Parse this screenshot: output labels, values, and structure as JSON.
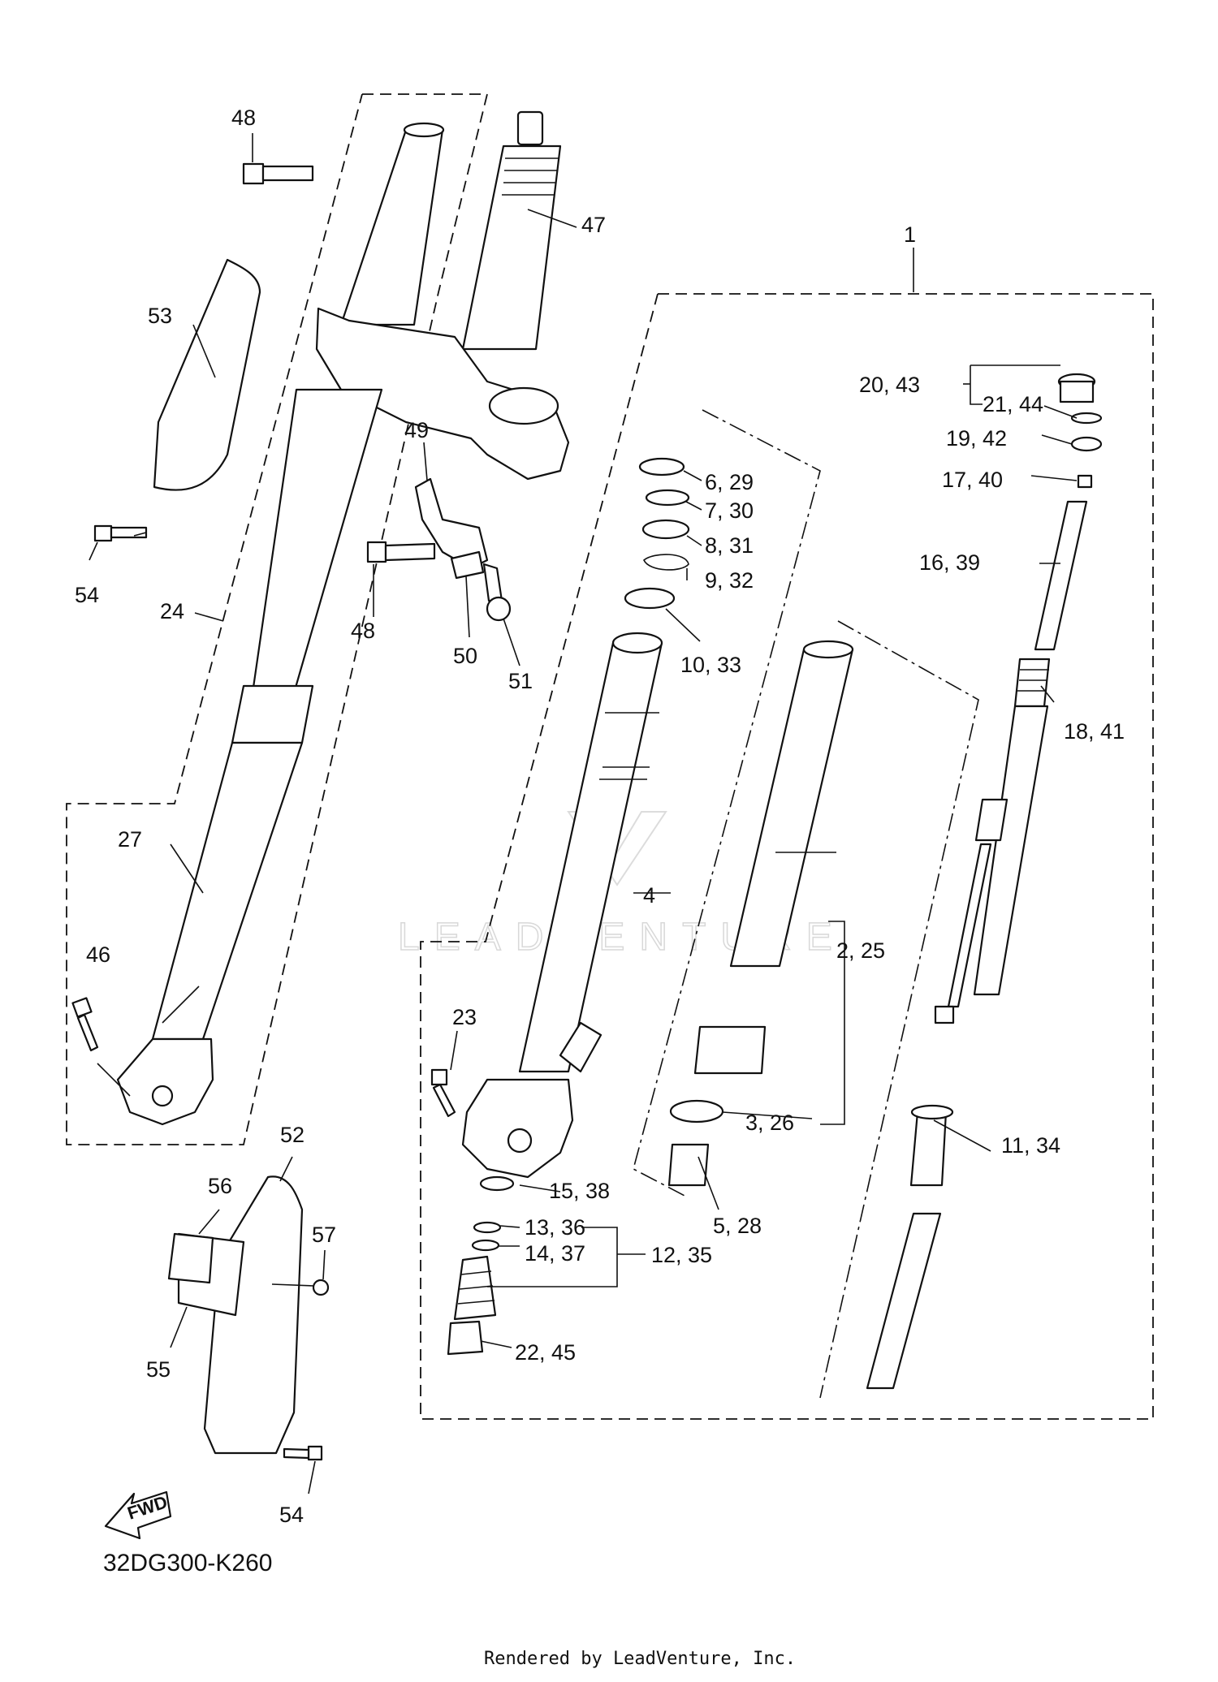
{
  "diagram_code": "32DG300-K260",
  "credit": "Rendered by LeadVenture, Inc.",
  "watermark": "LEADVENTURE",
  "fwd_label": "FWD",
  "callouts": {
    "c1": "1",
    "c2_25": "2, 25",
    "c3_26": "3, 26",
    "c4": "4",
    "c5_28": "5, 28",
    "c6_29": "6, 29",
    "c7_30": "7, 30",
    "c8_31": "8, 31",
    "c9_32": "9, 32",
    "c10_33": "10, 33",
    "c11_34": "11, 34",
    "c12_35": "12, 35",
    "c13_36": "13, 36",
    "c14_37": "14, 37",
    "c15_38": "15, 38",
    "c16_39": "16, 39",
    "c17_40": "17, 40",
    "c18_41": "18, 41",
    "c19_42": "19, 42",
    "c20_43": "20, 43",
    "c21_44": "21, 44",
    "c22_45": "22, 45",
    "c23": "23",
    "c24": "24",
    "c27": "27",
    "c46": "46",
    "c47": "47",
    "c48a": "48",
    "c48b": "48",
    "c49": "49",
    "c50": "50",
    "c51": "51",
    "c52": "52",
    "c53": "53",
    "c54a": "54",
    "c54b": "54",
    "c55": "55",
    "c56": "56",
    "c57": "57"
  }
}
